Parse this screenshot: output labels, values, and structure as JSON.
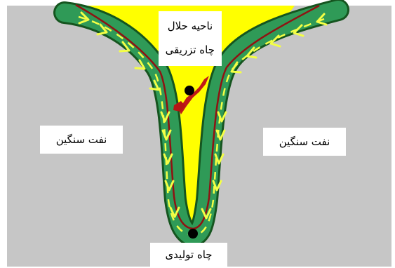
{
  "labels": {
    "solvent_zone": "ناحیه حلال",
    "injection_well": "چاه تزریقی",
    "heavy_oil_left": "نفت سنگین",
    "heavy_oil_right": "نفت سنگین",
    "production_well": "چاه تولیدی"
  },
  "colors": {
    "frame": "#ffffff",
    "reservoir": "#c6c6c6",
    "solvent_chamber": "#ffff00",
    "interface_band": "#2f9a57",
    "band_outline": "#15551f",
    "flow_arrows": "#f4ff45",
    "injection_trace": "#c01818",
    "well_marker": "#000000"
  },
  "icons": {
    "flow_arrows": "down-chevron-arrows-along-interface",
    "injection_well": "black-dot-with-red-trace",
    "production_well": "black-dot"
  }
}
